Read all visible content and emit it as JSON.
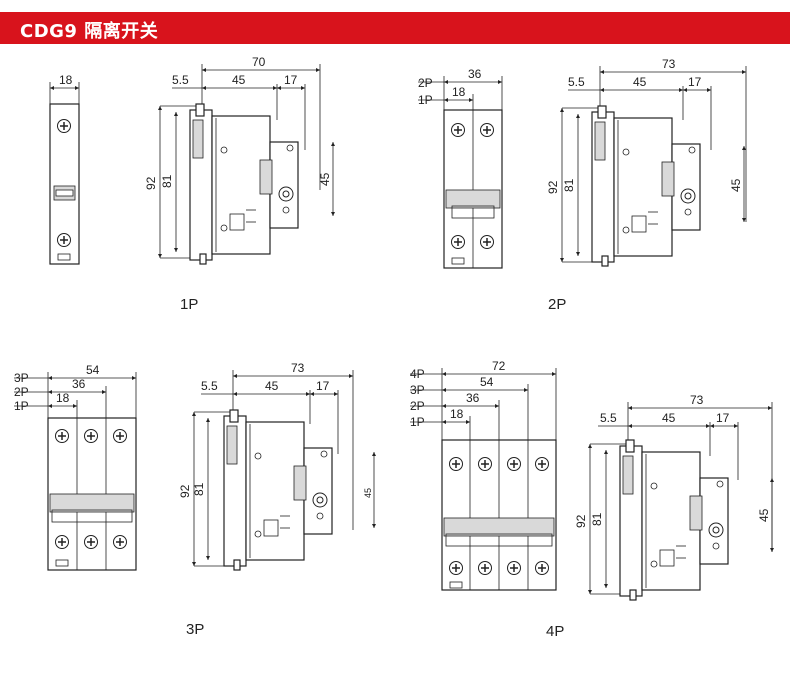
{
  "header": {
    "title": "CDG9 隔离开关",
    "color": "#d8131c"
  },
  "dims": {
    "w18": "18",
    "w36": "36",
    "w54": "54",
    "w72": "72",
    "d70": "70",
    "d73": "73",
    "d5_5": "5.5",
    "d45": "45",
    "d17": "17",
    "h92": "92",
    "h81": "81",
    "h45": "45"
  },
  "poles": {
    "p1": "1P",
    "p2": "2P",
    "p3": "3P",
    "p4": "4P"
  },
  "captions": {
    "c1": "1P",
    "c2": "2P",
    "c3": "3P",
    "c4": "4P"
  }
}
